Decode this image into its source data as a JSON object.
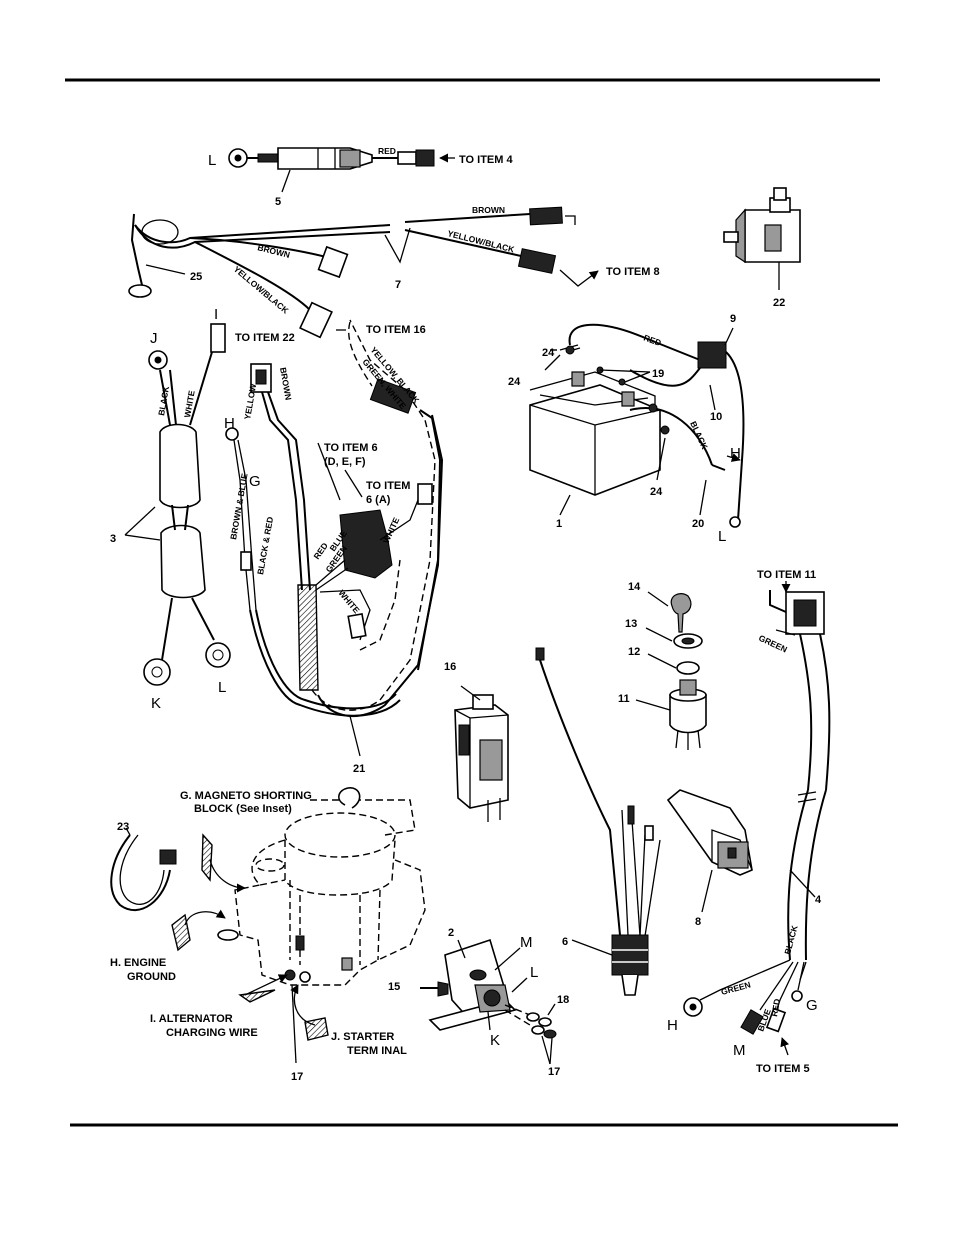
{
  "callouts": {
    "c1": "1",
    "c2": "2",
    "c3": "3",
    "c4": "4",
    "c5": "5",
    "c6": "6",
    "c7": "7",
    "c8": "8",
    "c9": "9",
    "c10": "10",
    "c11": "11",
    "c12": "12",
    "c13": "13",
    "c14": "14",
    "c15": "15",
    "c16": "16",
    "c17a": "17",
    "c17b": "17",
    "c18": "18",
    "c19": "19",
    "c20": "20",
    "c21": "21",
    "c22": "22",
    "c23": "23",
    "c24a": "24",
    "c24b": "24",
    "c25": "25"
  },
  "letters": {
    "L_top": "L",
    "J": "J",
    "I": "I",
    "H_left": "H",
    "G_left": "G",
    "K_left": "K",
    "L_left": "L",
    "H_bat": "H",
    "L_bat": "L",
    "M_sw": "M",
    "L_sw": "L",
    "K_sw": "K",
    "G_right": "G",
    "H_right": "H",
    "M_right": "M"
  },
  "refs": {
    "to_item_4": "TO ITEM 4",
    "to_item_8": "TO ITEM 8",
    "to_item_16": "TO ITEM 16",
    "to_item_22": "TO ITEM 22",
    "to_item_6_def_1": "TO ITEM 6",
    "to_item_6_def_2": "(D, E, F)",
    "to_item_6a_1": "TO ITEM",
    "to_item_6a_2": "6 (A)",
    "to_item_11": "TO ITEM 11",
    "to_item_5": "TO ITEM 5"
  },
  "wires": {
    "red_top": "RED",
    "brown_a": "BROWN",
    "brown_b": "BROWN",
    "yellow_black_a": "YELLOW/BLACK",
    "yellow_black_b": "YELLOW/BLACK",
    "yellow_black_green_white_1": "YELLOW, BLACK",
    "yellow_black_green_white_2": "GREEN, WHITE",
    "black_j": "BLACK",
    "white_i": "WHITE",
    "yellow": "YELLOW",
    "brown_conn": "BROWN",
    "brown_blue": "BROWN & BLUE",
    "black_red": "BLACK & RED",
    "red_h": "RED",
    "blue_h": "BLUE",
    "green_h": "GREEN",
    "white_h1": "WHITE",
    "white_h2": "WHITE",
    "red_bat": "RED",
    "black_bat": "BLACK",
    "green_item11": "GREEN",
    "green_item4": "GREEN",
    "black_item4": "BLACK",
    "blue_item4": "BLUE",
    "red_item4": "RED"
  },
  "engine": {
    "g_1": "G.  MAGNETO SHORTING",
    "g_2": "BLOCK (See Inset)",
    "h_1": "H.  ENGINE",
    "h_2": "GROUND",
    "i_1": "I.  ALTERNATOR",
    "i_2": "CHARGING WIRE",
    "j_1": "J.  STARTER",
    "j_2": "TERM INAL"
  }
}
